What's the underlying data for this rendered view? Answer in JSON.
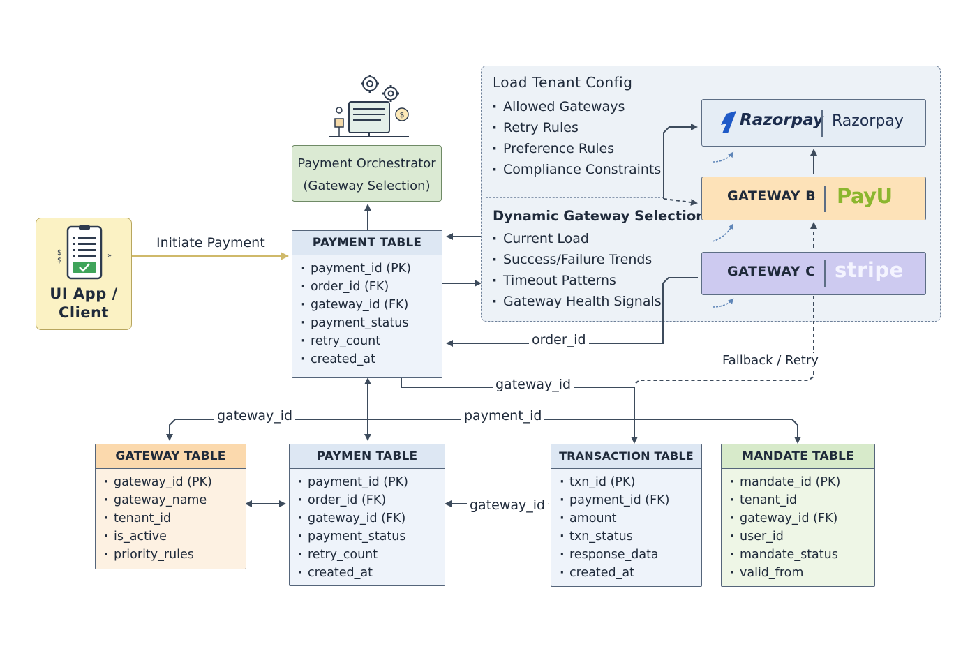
{
  "client": {
    "label_line1": "UI App /",
    "label_line2": "Client"
  },
  "orchestrator": {
    "line1": "Payment Orchestrator",
    "line2": "(Gateway Selection)"
  },
  "edges": {
    "initiate": "Initiate Payment",
    "order_id": "order_id",
    "gateway_id_top": "gateway_id",
    "gateway_id_left": "gateway_id",
    "payment_id": "payment_id",
    "gateway_id_mid": "gateway_id",
    "fallback": "Fallback / Retry"
  },
  "config": {
    "tenant_title": "Load Tenant Config",
    "tenant_items": [
      "Allowed Gateways",
      "Retry Rules",
      "Preference Rules",
      "Compliance Constraints"
    ],
    "dynamic_title": "Dynamic Gateway Selection",
    "dynamic_items": [
      "Current Load",
      "Success/Failure Trends",
      "Timeout Patterns",
      "Gateway Health Signals"
    ]
  },
  "gateways": {
    "razorpay_logo": "Razorpay",
    "razorpay_name": "Razorpay",
    "b_name": "GATEWAY B",
    "b_logo": "PayU",
    "c_name": "GATEWAY C",
    "c_logo": "stripe"
  },
  "tables": {
    "payment_top": {
      "title": "PAYMENT TABLE",
      "fields": [
        "payment_id (PK)",
        "order_id (FK)",
        "gateway_id (FK)",
        "payment_status",
        "retry_count",
        "created_at"
      ]
    },
    "gateway": {
      "title": "GATEWAY TABLE",
      "fields": [
        "gateway_id (PK)",
        "gateway_name",
        "tenant_id",
        "is_active",
        "priority_rules"
      ]
    },
    "paymen": {
      "title": "PAYMEN TABLE",
      "fields": [
        "payment_id (PK)",
        "order_id (FK)",
        "gateway_id (FK)",
        "payment_status",
        "retry_count",
        "created_at"
      ]
    },
    "transaction": {
      "title": "TRANSACTION TABLE",
      "fields": [
        "txn_id (PK)",
        "payment_id (FK)",
        "amount",
        "txn_status",
        "response_data",
        "created_at"
      ]
    },
    "mandate": {
      "title": "MANDATE TABLE",
      "fields": [
        "mandate_id (PK)",
        "tenant_id",
        "gateway_id (FK)",
        "user_id",
        "mandate_status",
        "valid_from"
      ]
    }
  },
  "colors": {
    "client_bg": "#fbf2c4",
    "orchestrator_bg": "#dbead3",
    "config_bg": "#edf2f7",
    "razorpay_bg": "#e5edf5",
    "gateway_b_bg": "#fde2b8",
    "gateway_c_bg": "#cdcaf0",
    "arrow": "#3d4b5c",
    "initiate_arrow": "#cfb96a"
  },
  "icons": [
    "server-gear-icon",
    "checklist-icon"
  ]
}
